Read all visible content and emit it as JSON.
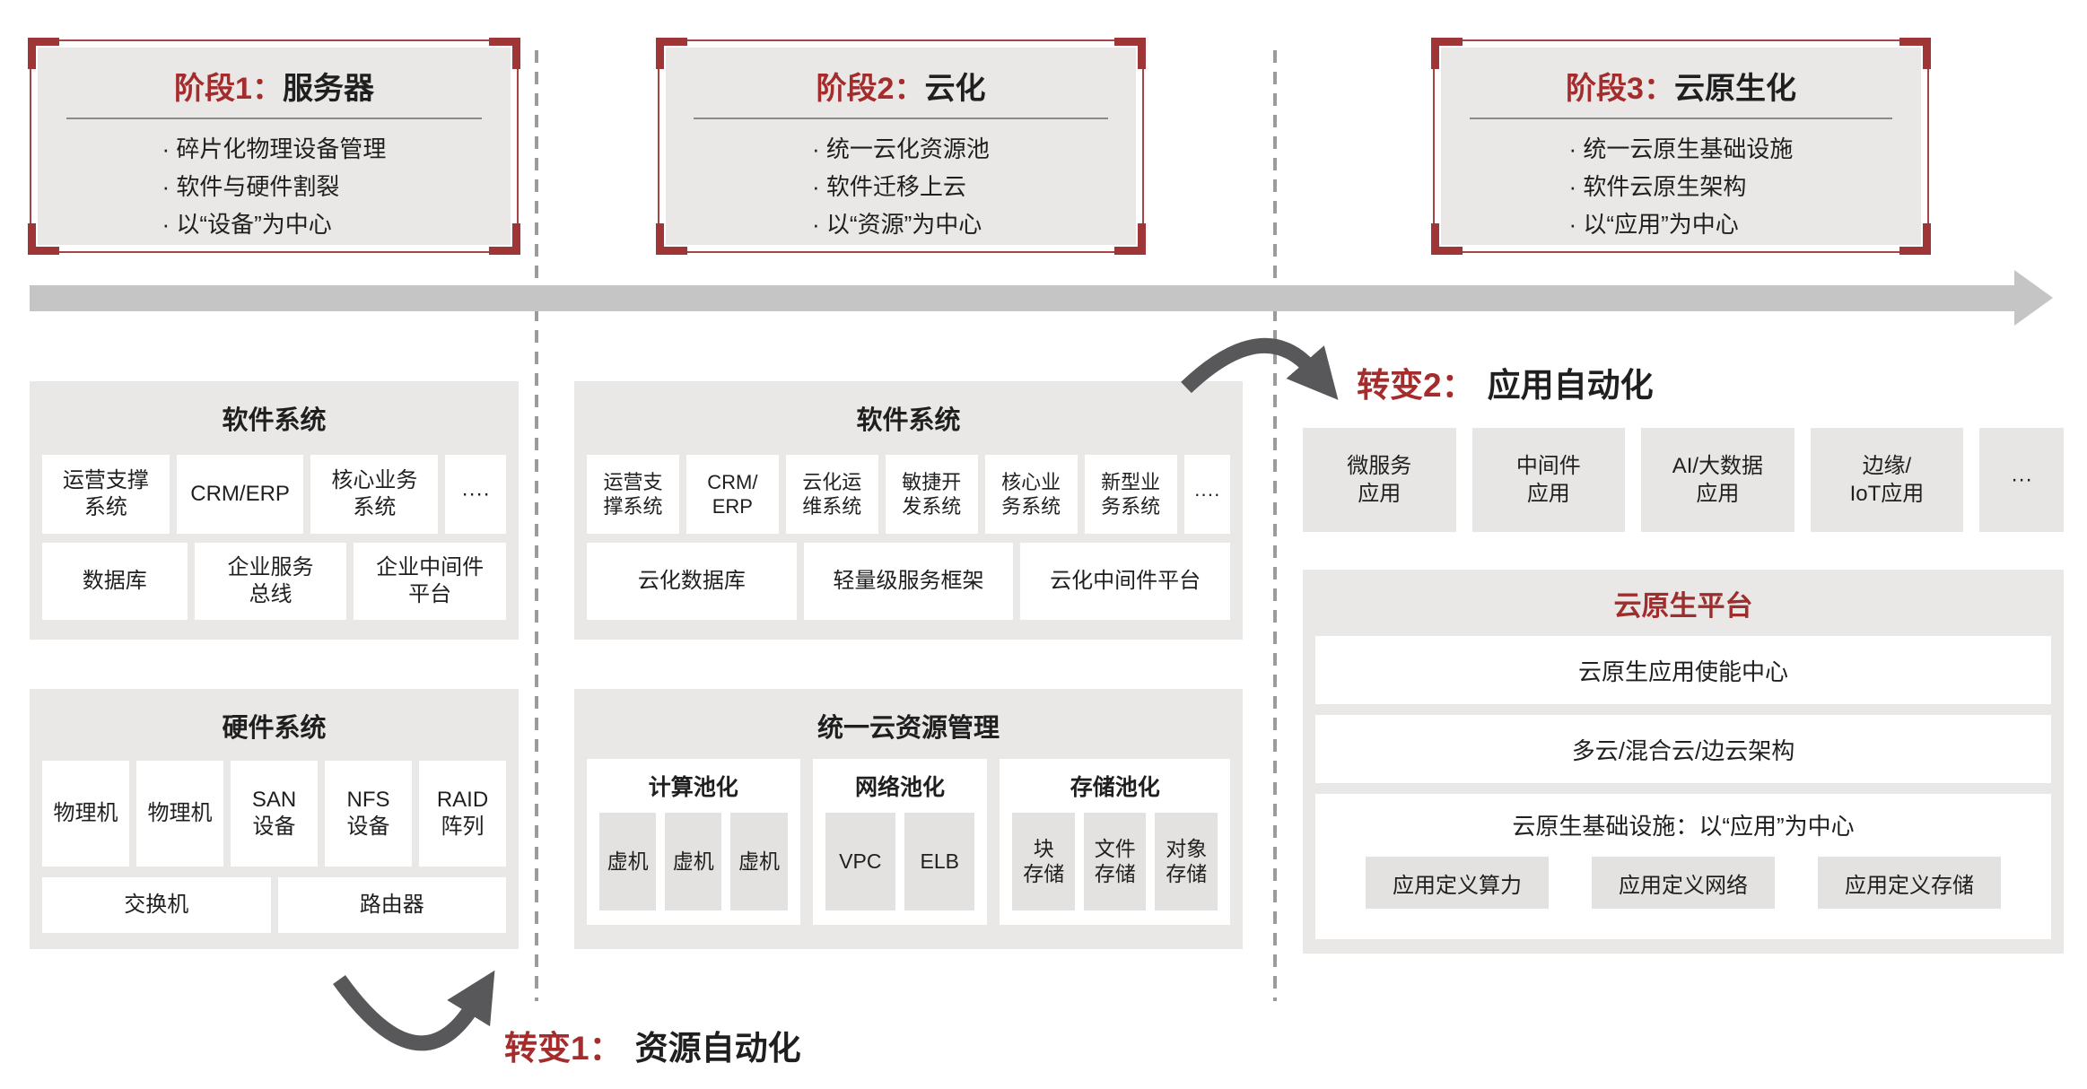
{
  "stages": [
    {
      "title_prefix": "阶段1：",
      "title": "服务器",
      "bullets": [
        "· 碎片化物理设备管理",
        "· 软件与硬件割裂",
        "· 以“设备”为中心"
      ]
    },
    {
      "title_prefix": "阶段2：",
      "title": "云化",
      "bullets": [
        "· 统一云化资源池",
        "· 软件迁移上云",
        "· 以“资源”为中心"
      ]
    },
    {
      "title_prefix": "阶段3：",
      "title": "云原生化",
      "bullets": [
        "· 统一云原生基础设施",
        "· 软件云原生架构",
        "· 以“应用”为中心"
      ]
    }
  ],
  "stage1": {
    "software": {
      "title": "软件系统",
      "row1": [
        "运营支撑\n系统",
        "CRM/ERP",
        "核心业务\n系统",
        "····"
      ],
      "row2": [
        "数据库",
        "企业服务\n总线",
        "企业中间件\n平台"
      ]
    },
    "hardware": {
      "title": "硬件系统",
      "row1": [
        "物理机",
        "物理机",
        "SAN\n设备",
        "NFS\n设备",
        "RAID\n阵列"
      ],
      "row2": [
        "交换机",
        "路由器"
      ]
    }
  },
  "stage2": {
    "software": {
      "title": "软件系统",
      "row1": [
        "运营支\n撑系统",
        "CRM/\nERP",
        "云化运\n维系统",
        "敏捷开\n发系统",
        "核心业\n务系统",
        "新型业\n务系统",
        "····"
      ],
      "row2": [
        "云化数据库",
        "轻量级服务框架",
        "云化中间件平台"
      ]
    },
    "cloud": {
      "title": "统一云资源管理",
      "pools": [
        {
          "label": "计算池化",
          "chips": [
            "虚机",
            "虚机",
            "虚机"
          ]
        },
        {
          "label": "网络池化",
          "chips": [
            "VPC",
            "ELB"
          ]
        },
        {
          "label": "存储池化",
          "chips": [
            "块\n存储",
            "文件\n存储",
            "对象\n存储"
          ]
        }
      ]
    }
  },
  "stage3": {
    "apps": [
      "微服务\n应用",
      "中间件\n应用",
      "AI/大数据\n应用",
      "边缘/\nIoT应用",
      "···"
    ],
    "platform": {
      "title": "云原生平台",
      "bar1": "云原生应用使能中心",
      "bar2": "多云/混合云/边云架构",
      "infra_label": "云原生基础设施：以“应用”为中心",
      "infra_chips": [
        "应用定义算力",
        "应用定义网络",
        "应用定义存储"
      ]
    }
  },
  "transforms": [
    {
      "prefix": "转变1：",
      "label": "资源自动化"
    },
    {
      "prefix": "转变2：",
      "label": "应用自动化"
    }
  ],
  "colors": {
    "accent_red": "#a52c2c",
    "border_red": "#a94444",
    "panel_gray": "#e9e8e6",
    "chip_gray": "#e3e2e0",
    "timeline_gray": "#c5c5c5",
    "arrow_dark": "#58585a",
    "dash_gray": "#9b9b9b",
    "text_black": "#1f1f1f"
  }
}
